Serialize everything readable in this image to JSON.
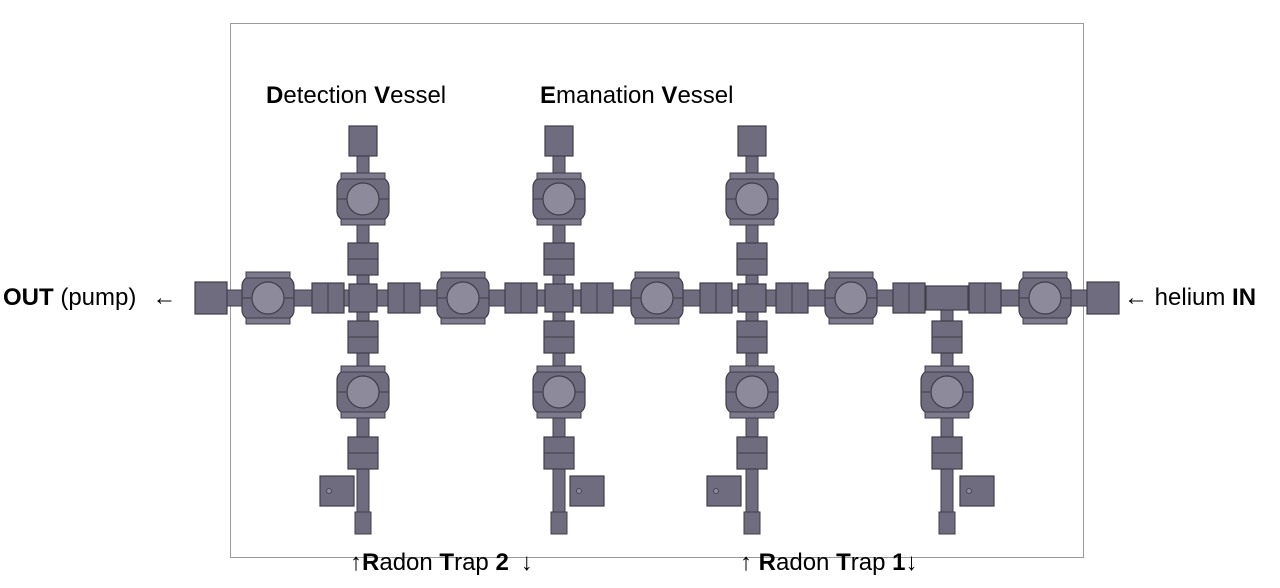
{
  "labels": {
    "detection_vessel": {
      "b1": "D",
      "r1": "etection ",
      "b2": "V",
      "r2": "essel"
    },
    "emanation_vessel": {
      "b1": "E",
      "r1": "manation ",
      "b2": "V",
      "r2": "essel"
    },
    "outlet": {
      "bold": "OUT",
      "rest": " (pump)",
      "arrow": "←"
    },
    "inlet": {
      "arrow": "←",
      "rest": " helium ",
      "bold": "IN"
    },
    "radon_trap_2": {
      "arrow_up": "↑",
      "b1": "R",
      "r1": "adon ",
      "b2": "T",
      "r2": "rap ",
      "num": "2",
      "arrow_down": "↓"
    },
    "radon_trap_1": {
      "arrow_up": "↑",
      "b1": "R",
      "r1": "adon ",
      "b2": "T",
      "r2": "rap ",
      "num": "1",
      "arrow_down": "↓"
    }
  },
  "colors": {
    "component_fill": "#6e6c7e",
    "component_light": "#8d8b9b",
    "component_dark": "#3f3e4a",
    "frame": "#9a9a9a"
  }
}
